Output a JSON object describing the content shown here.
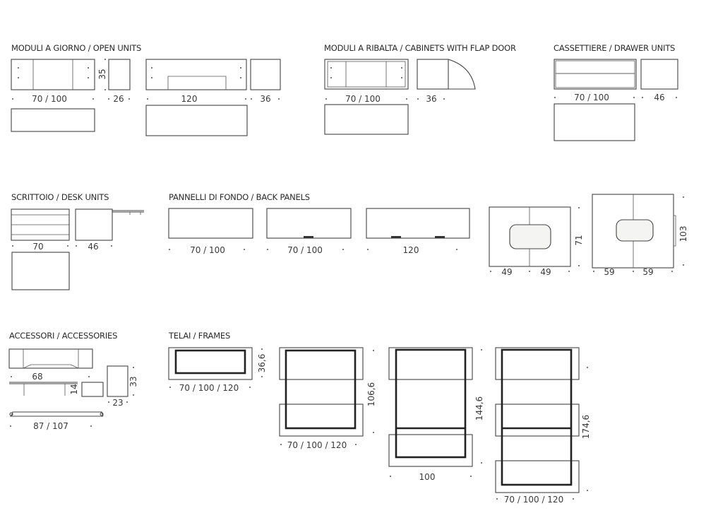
{
  "sections": {
    "open_units": "MODULI A GIORNO / OPEN UNITS",
    "flap_door": "MODULI A RIBALTA / CABINETS WITH FLAP DOOR",
    "drawer_units": "CASSETTIERE / DRAWER UNITS",
    "desk_units": "SCRITTOIO / DESK UNITS",
    "back_panels": "PANNELLI DI FONDO / BACK PANELS",
    "accessories": "ACCESSORI / ACCESSORIES",
    "frames": "TELAI / FRAMES"
  },
  "dims": {
    "open_w": "70 / 100",
    "open_h": "35",
    "open_small": "26",
    "open_wide": "120",
    "open_36": "36",
    "flap_w": "70 / 100",
    "flap_36": "36",
    "drawer_w": "70 / 100",
    "drawer_46": "46",
    "desk_70": "70",
    "desk_46": "46",
    "panel_a": "70 / 100",
    "panel_b": "70 / 100",
    "panel_c": "120",
    "panel_49a": "49",
    "panel_49b": "49",
    "panel_71": "71",
    "panel_59a": "59",
    "panel_59b": "59",
    "panel_103": "103",
    "acc_68": "68",
    "acc_14": "14",
    "acc_23": "23",
    "acc_33": "33",
    "acc_87": "87 / 107",
    "frame_w1": "70 / 100 / 120",
    "frame_h1": "36,6",
    "frame_h2": "106,6",
    "frame_w2": "70 / 100 / 120",
    "frame_h3": "144,6",
    "frame_w3": "100",
    "frame_h4": "174,6",
    "frame_w4": "70 / 100 / 120"
  }
}
